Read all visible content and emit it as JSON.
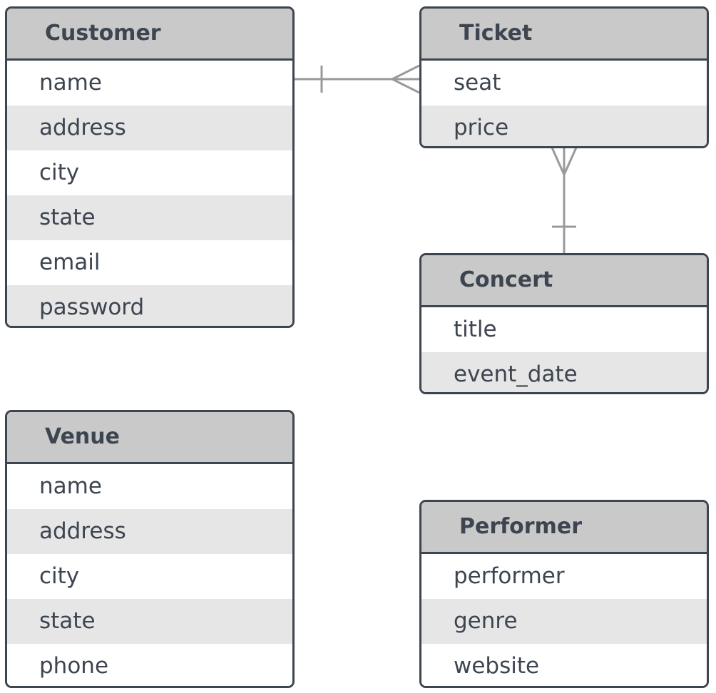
{
  "entities": {
    "customer": {
      "title": "Customer",
      "attributes": [
        "name",
        "address",
        "city",
        "state",
        "email",
        "password"
      ]
    },
    "ticket": {
      "title": "Ticket",
      "attributes": [
        "seat",
        "price"
      ]
    },
    "concert": {
      "title": "Concert",
      "attributes": [
        "title",
        "event_date"
      ]
    },
    "venue": {
      "title": "Venue",
      "attributes": [
        "name",
        "address",
        "city",
        "state",
        "phone"
      ]
    },
    "performer": {
      "title": "Performer",
      "attributes": [
        "performer",
        "genre",
        "website"
      ]
    }
  },
  "relationships": [
    {
      "from": "customer",
      "to": "ticket",
      "from_cardinality": "one",
      "to_cardinality": "many"
    },
    {
      "from": "concert",
      "to": "ticket",
      "from_cardinality": "one",
      "to_cardinality": "many"
    }
  ],
  "colors": {
    "border": "#3d4550",
    "header_bg": "#c9c9c9",
    "row_alt_bg": "#e6e6e6",
    "connector": "#9a9a9a",
    "text": "#3d4550"
  }
}
